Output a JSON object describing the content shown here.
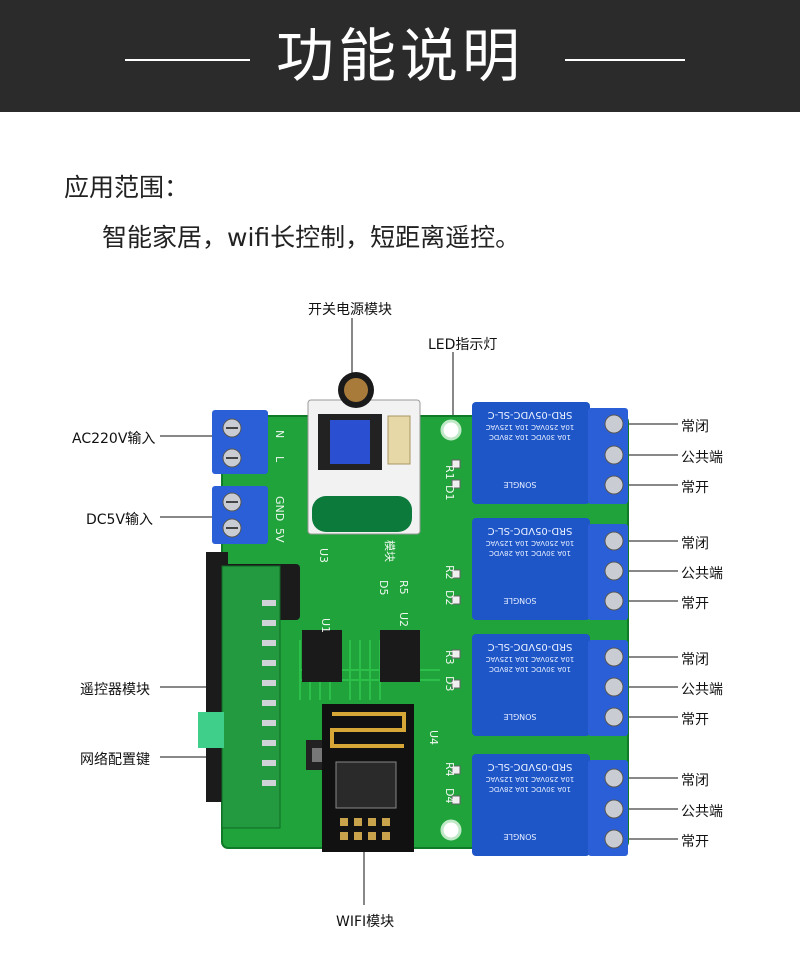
{
  "header": {
    "title": "功能说明"
  },
  "application": {
    "heading": "应用范围：",
    "text": "智能家居，wifi长控制，短距离遥控。"
  },
  "callouts": {
    "switching_power": "开关电源模块",
    "led": "LED指示灯",
    "ac_input": "AC220V输入",
    "dc_input": "DC5V输入",
    "remote_module": "遥控器模块",
    "network_key": "网络配置键",
    "wifi_module": "WIFI模块"
  },
  "relays": [
    {
      "nc": "常闭",
      "com": "公共端",
      "no": "常开"
    },
    {
      "nc": "常闭",
      "com": "公共端",
      "no": "常开"
    },
    {
      "nc": "常闭",
      "com": "公共端",
      "no": "常开"
    },
    {
      "nc": "常闭",
      "com": "公共端",
      "no": "常开"
    }
  ],
  "board": {
    "relay_top_text": "SRD-05VDC-SL-C",
    "relay_spec_1": "10A 250VAC 10A 125VAC",
    "relay_spec_2": "10A 30VDC 10A 28VDC",
    "relay_brand": "SONGLE",
    "silkscreen": {
      "r1": "R1",
      "d1": "D1",
      "r2": "R2",
      "d2": "D2",
      "r3": "R3",
      "d3": "D3",
      "r4": "R4",
      "d4": "D4",
      "r5": "R5",
      "d5": "D5",
      "u1": "U1",
      "u2": "U2",
      "u3": "U3",
      "u4": "U4",
      "mod": "模块",
      "n": "N",
      "l": "L",
      "gnd": "GND",
      "v5": "5V"
    }
  },
  "colors": {
    "pcb": "#1fa33a",
    "relay": "#1e56c8",
    "terminal": "#2a5fd8",
    "header_bg": "#2b2b2b"
  }
}
